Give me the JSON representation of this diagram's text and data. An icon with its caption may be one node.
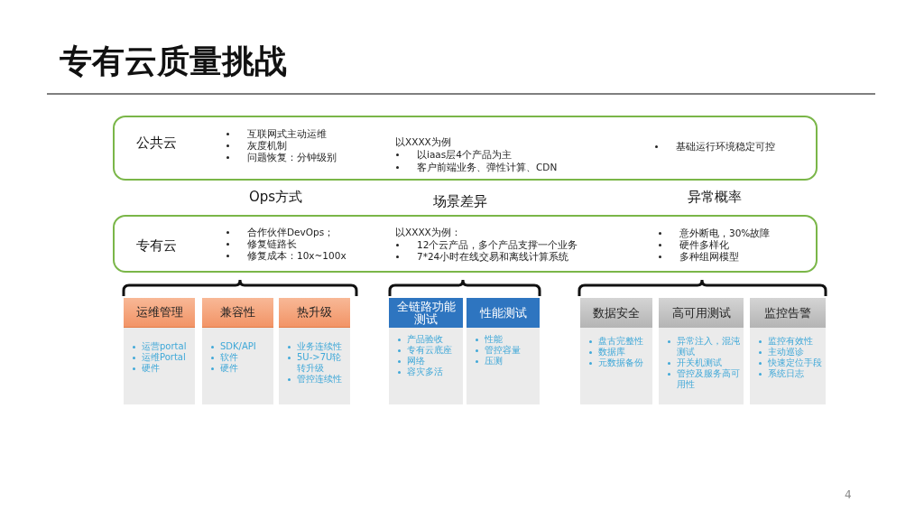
{
  "diagram": {
    "title": "专有云质量挑战",
    "nodes": [
      {
        "text": [
          "公共云",
          "互联网式主动运维",
          "灰度机制",
          "问题恢复：分钟级别",
          "以XXXX为例",
          "以iaas层4个产品为主",
          "客户前端业务、弹性计算、CDN",
          "基础运行环境稳定可控"
        ]
      },
      {
        "text": [
          "专有云",
          "合作伙伴DevOps；",
          "修复链路长",
          "修复成本：10x~100x",
          "以XXXX为例：",
          "12个云产品，多个产品支撑一个业务",
          "7*24小时在线交易和离线计算系统",
          "意外断电，30%故障",
          "硬件多样化",
          "多种组网模型"
        ]
      },
      {
        "text": [
          "运维管理",
          "运营portal",
          "运维Portal",
          "硬件"
        ]
      },
      {
        "text": [
          "兼容性",
          "SDK/API",
          "软件",
          "硬件"
        ]
      },
      {
        "text": [
          "热升级",
          "业务连续性",
          "5U->7U轮转升级",
          "管控连续性"
        ]
      },
      {
        "text": [
          "全链路功能测试",
          "产品验收",
          "专有云底座",
          "网络",
          "容灾多活"
        ]
      },
      {
        "text": [
          "性能测试",
          "性能",
          "管控容量",
          "压测"
        ]
      },
      {
        "text": [
          "数据安全",
          "盘古完整性",
          "数据库",
          "元数据备份"
        ]
      },
      {
        "text": [
          "高可用测试",
          "异常注入，混沌测试",
          "开关机测试",
          "管控及服务高可用性"
        ]
      },
      {
        "text": [
          "监控告警",
          "监控有效性",
          "主动巡诊",
          "快速定位手段",
          "系统日志"
        ]
      }
    ],
    "labels": [
      "Ops方式",
      "场景差异",
      "异常概率",
      "4"
    ]
  }
}
